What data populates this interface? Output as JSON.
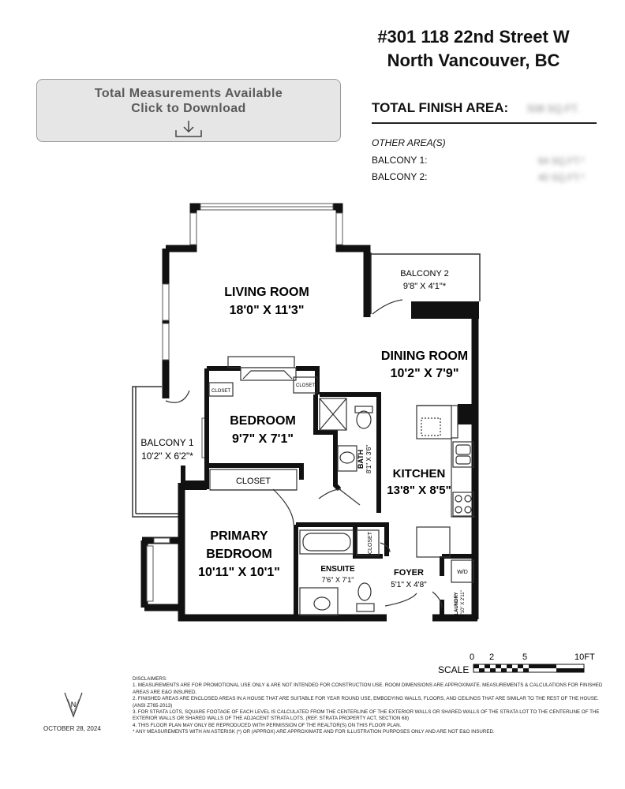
{
  "header": {
    "address_line1": "#301 118 22nd Street W",
    "address_line2": "North Vancouver, BC"
  },
  "download_button": {
    "line1": "Total Measurements Available",
    "line2": "Click to Download",
    "icon": "download-icon"
  },
  "areas": {
    "total_finish_label": "TOTAL FINISH AREA:",
    "total_finish_value": "508 SQ.FT.",
    "other_label": "OTHER AREA(S)",
    "balcony1_label": "BALCONY 1:",
    "balcony1_value": "64 SQ.FT.*",
    "balcony2_label": "BALCONY 2:",
    "balcony2_value": "40 SQ.FT.*"
  },
  "rooms": {
    "living_name": "LIVING ROOM",
    "living_dim": "18'0\" X 11'3\"",
    "dining_name": "DINING ROOM",
    "dining_dim": "10'2\" X 7'9\"",
    "bedroom_name": "BEDROOM",
    "bedroom_dim": "9'7\" X 7'1\"",
    "kitchen_name": "KITCHEN",
    "kitchen_dim": "13'8\" X 8'5\"",
    "primary_name1": "PRIMARY",
    "primary_name2": "BEDROOM",
    "primary_dim": "10'11\" X 10'1\"",
    "ensuite_name": "ENSUITE",
    "ensuite_dim": "7'6\" X 7'1\"",
    "foyer_name": "FOYER",
    "foyer_dim": "5'1\" X 4'8\"",
    "balcony1_name": "BALCONY 1",
    "balcony1_dim": "10'2\" X 6'2\"*",
    "balcony2_name": "BALCONY 2",
    "balcony2_dim": "9'8\" X 4'1\"*",
    "bath_name": "BATH",
    "bath_dim": "8'1\" X 3'6\"",
    "laundry_name": "LAUNDRY",
    "laundry_dim": "5'10\" X 2'11\"",
    "wd_label": "W/D",
    "closet_label": "CLOSET"
  },
  "scale": {
    "label": "SCALE",
    "ticks": [
      "0",
      "2",
      "5",
      "10FT"
    ]
  },
  "north_label": "N",
  "date": "OCTOBER 28, 2024",
  "disclaimers": [
    "DISCLAIMERS:",
    "1. MEASUREMENTS ARE FOR PROMOTIONAL USE ONLY & ARE NOT INTENDED FOR CONSTRUCTION USE. ROOM DIMENSIONS ARE APPROXIMATE. MEASUREMENTS & CALCULATIONS FOR FINISHED AREAS ARE E&O INSURED.",
    "2. FINISHED AREAS ARE ENCLOSED AREAS IN A HOUSE THAT ARE SUITABLE FOR YEAR ROUND USE, EMBODYING WALLS, FLOORS, AND CEILINGS THAT ARE SIMILAR TO THE REST OF THE HOUSE. (ANSI Z765-2013)",
    "3. FOR STRATA LOTS, SQUARE FOOTAGE OF EACH LEVEL IS CALCULATED FROM THE CENTERLINE OF THE EXTERIOR WALLS OR SHARED WALLS OF THE STRATA LOT TO THE CENTERLINE OF THE EXTERIOR WALLS OR SHARED WALLS OF THE ADJACENT STRATA LOTS. (REF. STRATA PROPERTY ACT, SECTION 68)",
    "4. THIS FLOOR PLAN MAY ONLY BE REPRODUCED WITH PERMISSION OF THE REALTOR(S) ON THIS FLOOR PLAN.",
    "* ANY MEASUREMENTS WITH AN ASTERISK (*) OR (APPROX) ARE APPROXIMATE AND FOR ILLUSTRATION PURPOSES ONLY AND ARE NOT E&O INSURED."
  ]
}
